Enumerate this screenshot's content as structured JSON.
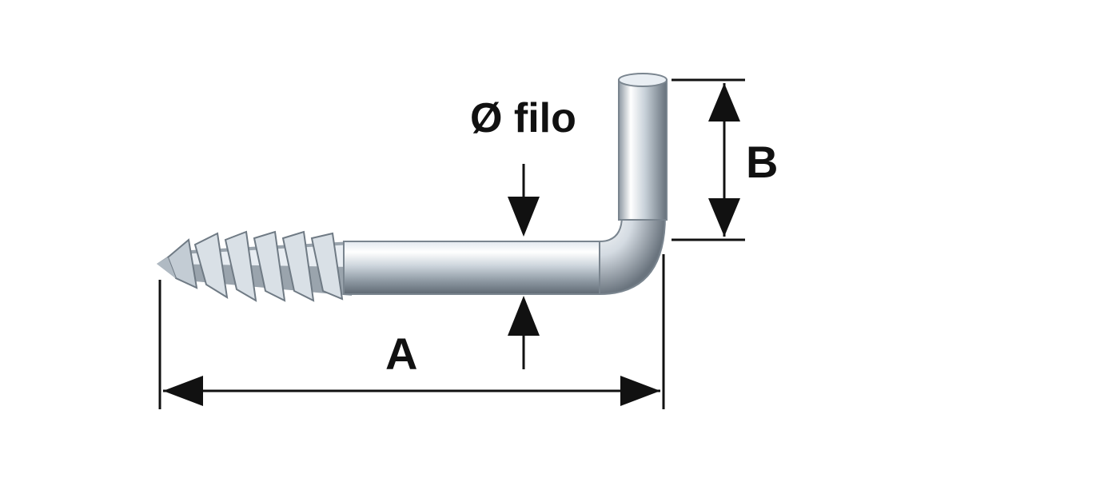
{
  "labels": {
    "wire_diameter": "Ø filo",
    "length": "A",
    "height": "B"
  },
  "colors": {
    "ink": "#111111",
    "metal_light": "#f4f7fb",
    "metal_mid": "#b9c3cc",
    "metal_dark": "#6d7780"
  }
}
